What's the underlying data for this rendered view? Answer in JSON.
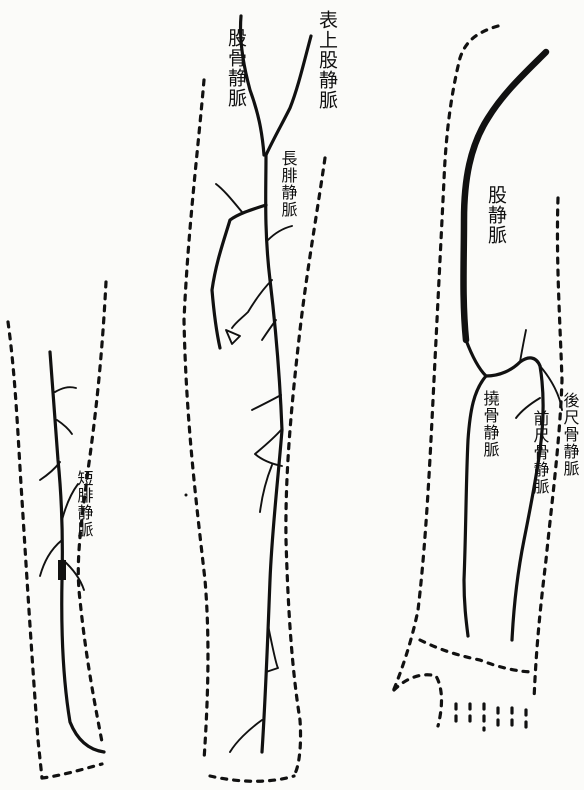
{
  "figures": [
    {
      "id": "lower-leg-left",
      "labels": [
        {
          "text": "短腓静脈"
        }
      ]
    },
    {
      "id": "leg-middle",
      "labels": [
        {
          "text": "表上股静脈"
        },
        {
          "text": "股骨静脈"
        },
        {
          "text": "長腓静脈"
        }
      ]
    },
    {
      "id": "forelimb-right",
      "labels": [
        {
          "text": "股静脈"
        },
        {
          "text": "撓骨静脈"
        },
        {
          "text": "前尺骨静脈"
        },
        {
          "text": "後尺骨静脈"
        }
      ]
    }
  ]
}
